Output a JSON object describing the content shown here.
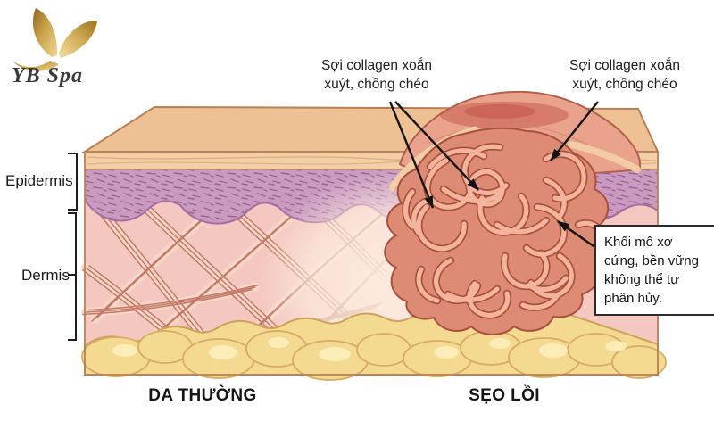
{
  "logo": {
    "brand_name": "YB Spa",
    "icon": "butterfly-icon",
    "gold_color": "#c9a24b"
  },
  "skin_layer_labels": {
    "epidermis": "Epidermis",
    "dermis": "Dermis"
  },
  "callouts": {
    "collagen_left": {
      "lines": [
        "Sợi collagen xoắn",
        "xuýt, chồng chéo"
      ]
    },
    "collagen_right": {
      "lines": [
        "Sợi collagen xoắn",
        "xuýt, chồng chéo"
      ]
    },
    "keloid_box": {
      "lines": [
        "Khối mô xơ",
        "cứng, bền vững",
        "không thể tự",
        "phân hủy."
      ]
    }
  },
  "bottom_captions": {
    "normal_skin": "DA THƯỜNG",
    "keloid_scar": "SẸO LỒI"
  },
  "colors": {
    "background": "#ffffff",
    "skin_surface_top": "#edc193",
    "stratum_band": "#f3cfa6",
    "epidermis_band": "#c99bc0",
    "dermis_pink": "#f5cbc3",
    "collagen_fiber": "#c27a67",
    "fat_layer": "#f4da90",
    "keloid_mass": "#dd8b74",
    "keloid_fiber_light": "#f2b49c",
    "keloid_dome": "#e9a28c",
    "keloid_blush": "#c5544a",
    "annotation_text": "#1b1b1b"
  }
}
